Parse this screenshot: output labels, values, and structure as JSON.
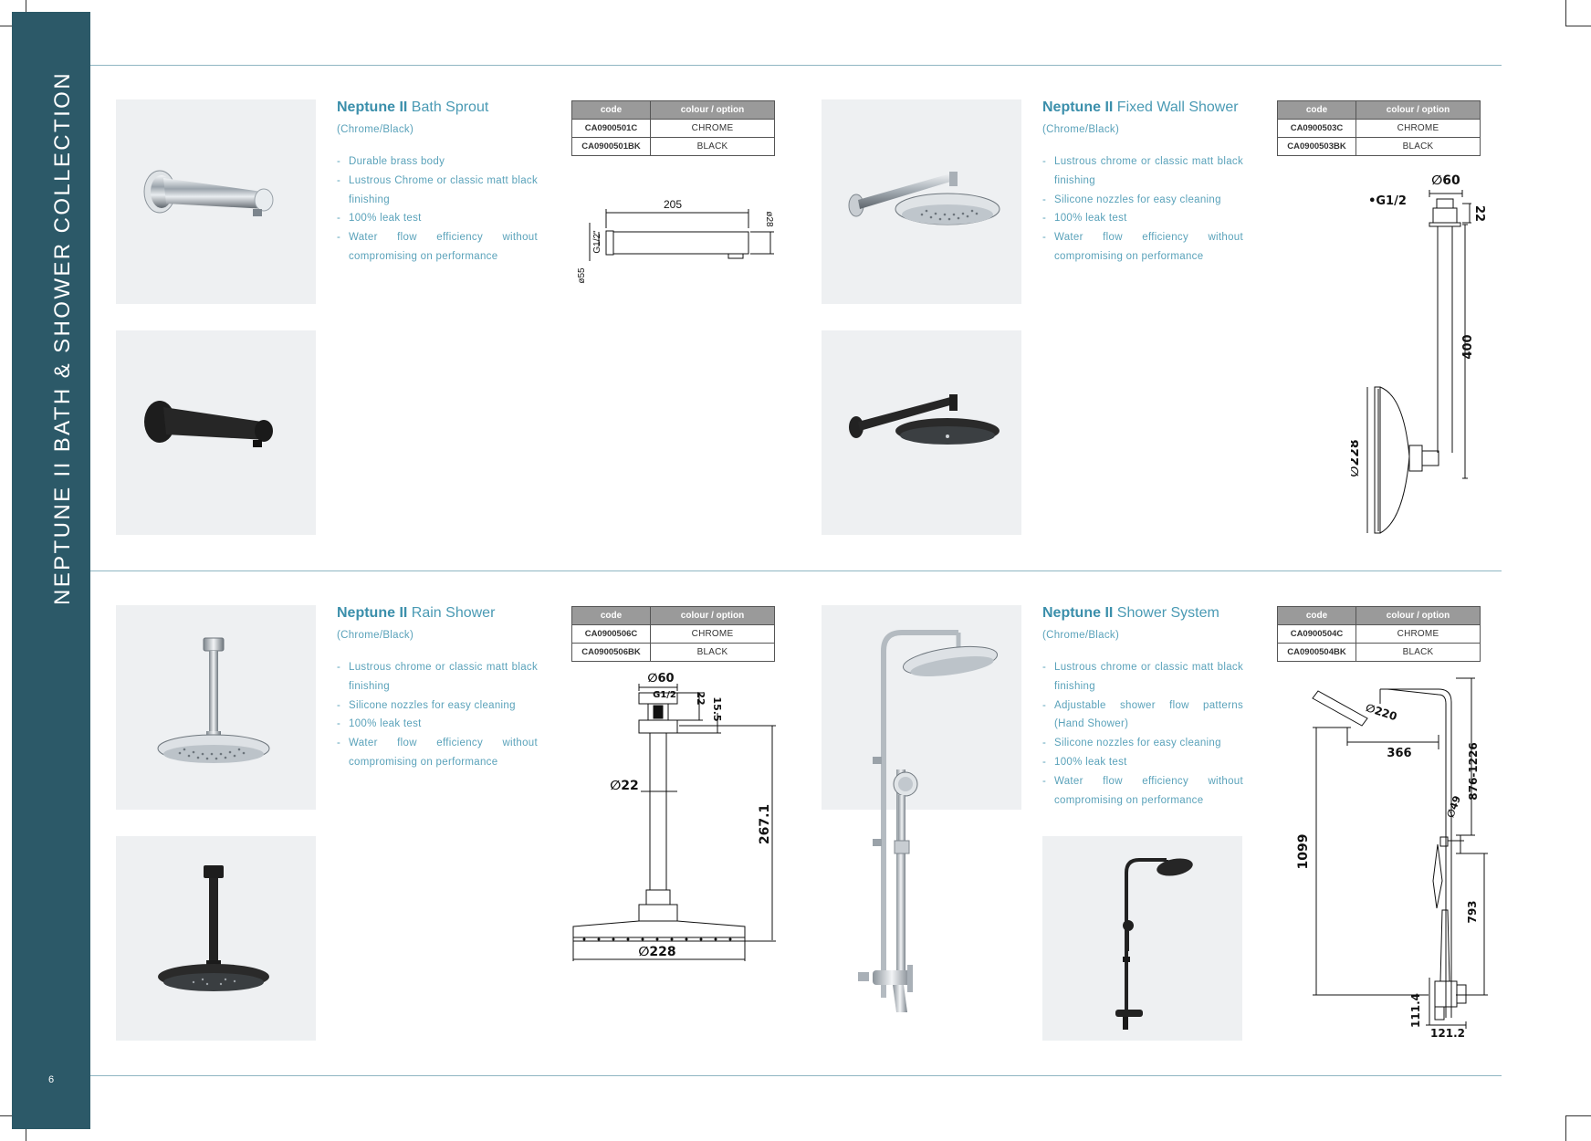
{
  "sidebar": {
    "title": "NEPTUNE II BATH & SHOWER COLLECTION",
    "page_number": "6"
  },
  "products": [
    {
      "brand": "Neptune II",
      "name": "Bath Sprout",
      "finish": "(Chrome/Black)",
      "features": [
        "Durable brass body",
        "Lustrous Chrome or classic matt black finishing",
        "100% leak test",
        "Water flow efficiency without compromising on performance"
      ],
      "table_headers": [
        "code",
        "colour / option"
      ],
      "rows": [
        {
          "code": "CA0900501C",
          "option": "CHROME"
        },
        {
          "code": "CA0900501BK",
          "option": "BLACK"
        }
      ],
      "dims": {
        "length": "205",
        "thread": "G1/2\"",
        "flange": "ø55",
        "dia": "ø28"
      }
    },
    {
      "brand": "Neptune II",
      "name": "Fixed Wall Shower",
      "finish": "(Chrome/Black)",
      "features": [
        "Lustrous chrome or classic matt black finishing",
        "Silicone nozzles for easy cleaning",
        "100% leak test",
        "Water flow efficiency without compromising on performance"
      ],
      "table_headers": [
        "code",
        "colour / option"
      ],
      "rows": [
        {
          "code": "CA0900503C",
          "option": "CHROME"
        },
        {
          "code": "CA0900503BK",
          "option": "BLACK"
        }
      ],
      "dims": {
        "top": "∅60",
        "thread": "•G1/2",
        "depth": "22",
        "arm": "400",
        "head": "∅228"
      }
    },
    {
      "brand": "Neptune II",
      "name": "Rain Shower",
      "finish": "(Chrome/Black)",
      "features": [
        "Lustrous chrome or classic matt black finishing",
        "Silicone nozzles for easy cleaning",
        "100% leak test",
        "Water flow efficiency without compromising on performance"
      ],
      "table_headers": [
        "code",
        "colour / option"
      ],
      "rows": [
        {
          "code": "CA0900506C",
          "option": "CHROME"
        },
        {
          "code": "CA0900506BK",
          "option": "BLACK"
        }
      ],
      "dims": {
        "top": "∅60",
        "thread": "G1/2",
        "h1": "22",
        "h2": "15.5",
        "pipe": "∅22",
        "drop": "267.1",
        "head": "∅228"
      }
    },
    {
      "brand": "Neptune II",
      "name": "Shower System",
      "finish": "(Chrome/Black)",
      "features": [
        "Lustrous chrome or classic matt black finishing",
        "Adjustable shower flow patterns (Hand Shower)",
        "Silicone nozzles for easy cleaning",
        "100% leak test",
        "Water flow efficiency without compromising on performance"
      ],
      "table_headers": [
        "code",
        "colour / option"
      ],
      "rows": [
        {
          "code": "CA0900504C",
          "option": "CHROME"
        },
        {
          "code": "CA0900504BK",
          "option": "BLACK"
        }
      ],
      "dims": {
        "head": "∅220",
        "reach": "366",
        "range": "876-1226",
        "hand": "∅49",
        "height": "1099",
        "rail": "793",
        "base": "111.4",
        "width": "121.2"
      }
    }
  ]
}
